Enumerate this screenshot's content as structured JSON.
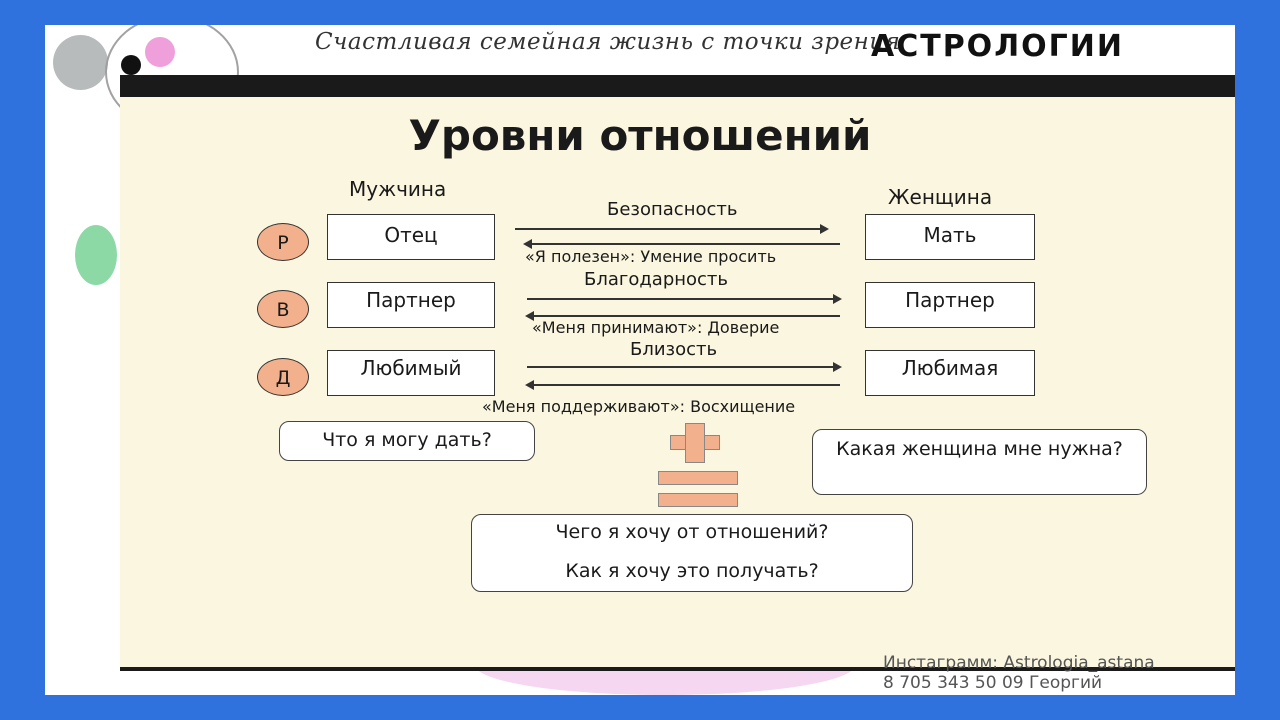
{
  "header": {
    "text": "Счастливая семейная жизнь с точки зрения",
    "brand": "АСТРОЛОГИИ"
  },
  "slide": {
    "title": "Уровни отношений",
    "man_label": "Мужчина",
    "woman_label": "Женщина",
    "rows": [
      {
        "level": "Р",
        "man": "Отец",
        "woman": "Мать",
        "forward": "Безопасность",
        "back": "«Я полезен»: Умение просить"
      },
      {
        "level": "В",
        "man": "Партнер",
        "woman": "Партнер",
        "forward": "Благодарность",
        "back": "«Меня принимают»: Доверие"
      },
      {
        "level": "Д",
        "man": "Любимый",
        "woman": "Любимая",
        "forward": "Близость",
        "back": "«Меня поддерживают»: Восхищение"
      }
    ],
    "question_left": "Что я могу дать?",
    "question_right": "Какая женщина мне нужна?",
    "result_line1": "Чего я хочу от отношений?",
    "result_line2": "Как я хочу это получать?"
  },
  "footer": {
    "instagram": "Инстаграмм: Astrologia_astana",
    "phone": "8 705 343 50 09 Георгий"
  },
  "colors": {
    "background": "#2f72dd",
    "panel": "#fbf6df",
    "accent": "#f3b08c"
  }
}
